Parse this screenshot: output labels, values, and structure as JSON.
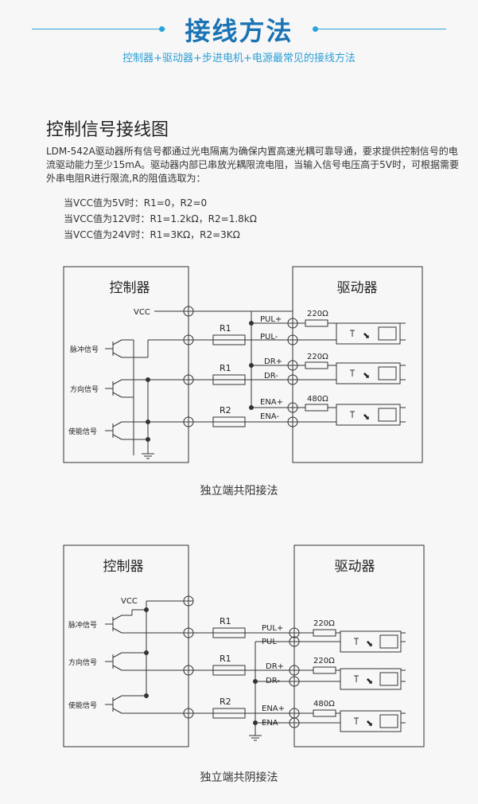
{
  "header": {
    "title": "接线方法",
    "subtitle": "控制器+驱动器+步进电机+电源最常见的接线方法",
    "accent_color": "#1a73b4"
  },
  "section": {
    "title": "控制信号接线图",
    "description": "LDM-542A驱动器所有信号都通过光电隔离为确保内置高速光耦可靠导通，要求提供控制信号的电流驱动能力至少15mA。驱动器内部已串放光耦限流电阻，当输入信号电压高于5V时，可根据需要外串电阻R进行限流,R的阻值选取为：",
    "rules": [
      "当VCC值为5V时：R1=0，R2=0",
      "当VCC值为12V时：R1=1.2kΩ，R2=1.8kΩ",
      "当VCC值为24V时：R1=3KΩ，R2=3KΩ"
    ]
  },
  "diagram1": {
    "controller_label": "控制器",
    "driver_label": "驱动器",
    "vcc_label": "VCC",
    "signals": [
      "脉冲信号",
      "方向信号",
      "使能信号"
    ],
    "resistors": [
      "R1",
      "R1",
      "R2"
    ],
    "pins": [
      "PUL+",
      "PUL-",
      "DR+",
      "DR-",
      "ENA+",
      "ENA-"
    ],
    "internal_resistors": [
      "220Ω",
      "220Ω",
      "480Ω"
    ],
    "caption": "独立端共阳接法"
  },
  "diagram2": {
    "controller_label": "控制器",
    "driver_label": "驱动器",
    "vcc_label": "VCC",
    "signals": [
      "脉冲信号",
      "方向信号",
      "使能信号"
    ],
    "resistors": [
      "R1",
      "R1",
      "R2"
    ],
    "pins": [
      "PUL+",
      "PUL-",
      "DR+",
      "DR-",
      "ENA+",
      "ENA-"
    ],
    "internal_resistors": [
      "220Ω",
      "220Ω",
      "480Ω"
    ],
    "caption": "独立端共阴接法"
  }
}
